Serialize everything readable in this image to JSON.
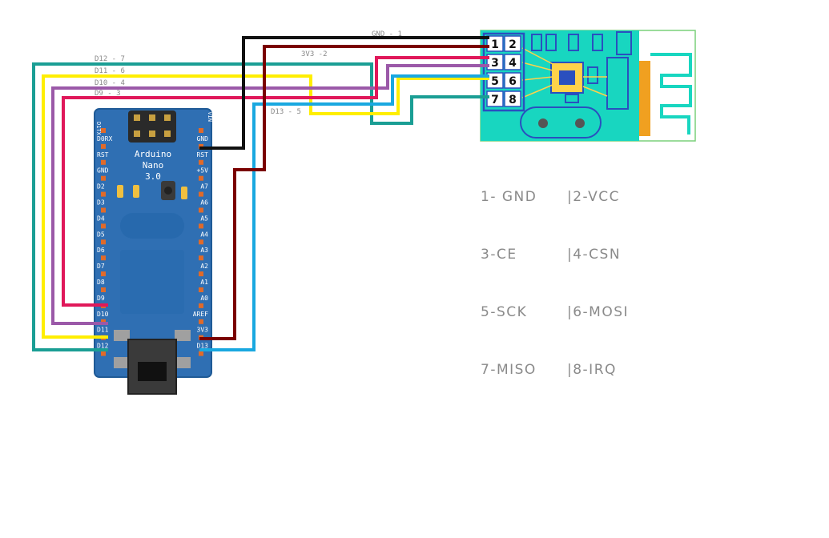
{
  "colors": {
    "background": "#ffffff",
    "board_blue": "#2f6fb3",
    "board_dark": "#1f5a96",
    "pin_orange": "#e06a2a",
    "module_teal": "#18d6c0",
    "module_border": "#2a4fbf",
    "antenna_green": "#3cc24a",
    "wire_black": "#111111",
    "wire_darkred": "#7a0000",
    "wire_teal": "#1a9e94",
    "wire_yellow": "#ffee00",
    "wire_purple": "#9b59a8",
    "wire_red": "#e0185a",
    "wire_blue": "#19a8e0",
    "label_gray": "#8a8a8a"
  },
  "nano": {
    "name": "Arduino",
    "model": "Nano",
    "version": "3.0",
    "left_pins": [
      "D1TX",
      "D0RX",
      "RST",
      "GND",
      "D2",
      "D3",
      "D4",
      "D5",
      "D6",
      "D7",
      "D8",
      "D9",
      "D10",
      "D11",
      "D12"
    ],
    "right_pins": [
      "VIN",
      "GND",
      "RST",
      "+5V",
      "A7",
      "A6",
      "A5",
      "A4",
      "A3",
      "A2",
      "A1",
      "A0",
      "AREF",
      "3V3",
      "D13"
    ]
  },
  "module": {
    "pins": [
      "1",
      "2",
      "3",
      "4",
      "5",
      "6",
      "7",
      "8"
    ]
  },
  "wires": [
    {
      "label": "GND - 1",
      "color": "wire_black"
    },
    {
      "label": "3V3 -2",
      "color": "wire_darkred"
    },
    {
      "label": "D12 - 7",
      "color": "wire_teal"
    },
    {
      "label": "D11 - 6",
      "color": "wire_yellow"
    },
    {
      "label": "D10 - 4",
      "color": "wire_purple"
    },
    {
      "label": "D9 - 3",
      "color": "wire_red"
    },
    {
      "label": "D13 - 5",
      "color": "wire_blue"
    }
  ],
  "pinout_legend": {
    "left": [
      "1- GND",
      "3-CE",
      "5-SCK",
      "7-MISO"
    ],
    "right": [
      "|2-VCC",
      "|4-CSN",
      "|6-MOSI",
      "|8-IRQ"
    ]
  }
}
